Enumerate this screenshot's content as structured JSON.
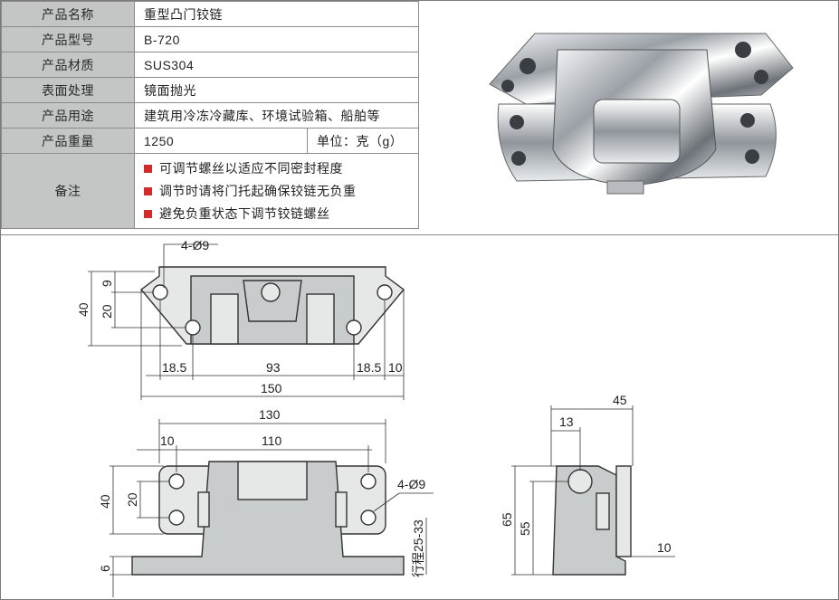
{
  "spec": {
    "rows": [
      {
        "label": "产品名称",
        "value": "重型凸门铰链"
      },
      {
        "label": "产品型号",
        "value": "B-720"
      },
      {
        "label": "产品材质",
        "value": "SUS304"
      },
      {
        "label": "表面处理",
        "value": "镜面抛光"
      },
      {
        "label": "产品用途",
        "value": "建筑用冷冻冷藏库、环境试验箱、船舶等"
      }
    ],
    "weight": {
      "label": "产品重量",
      "value": "1250",
      "unit": "单位：克（g）"
    },
    "notes": {
      "label": "备注",
      "items": [
        "可调节螺丝以适应不同密封程度",
        "调节时请将门托起确保铰链无负重",
        "避免负重状态下调节铰链螺丝"
      ]
    }
  },
  "drawing_labels": {
    "top": {
      "hole": "4-Ø9",
      "h_total": "40",
      "h_a": "9",
      "h_b": "20",
      "w_a": "18.5",
      "w_mid": "93",
      "w_b": "18.5",
      "w_c": "10",
      "w_total": "150"
    },
    "front": {
      "w_total": "130",
      "w_a": "10",
      "w_mid": "110",
      "h_total": "40",
      "h_a": "20",
      "hole": "4-Ø9",
      "travel": "行程25-33",
      "base": "6"
    },
    "side": {
      "w_total": "45",
      "w_a": "13",
      "h_total": "65",
      "h_a": "55",
      "base": "10"
    }
  },
  "colors": {
    "label_bg": "#c4c6c5",
    "bullet": "#d42a2a"
  }
}
